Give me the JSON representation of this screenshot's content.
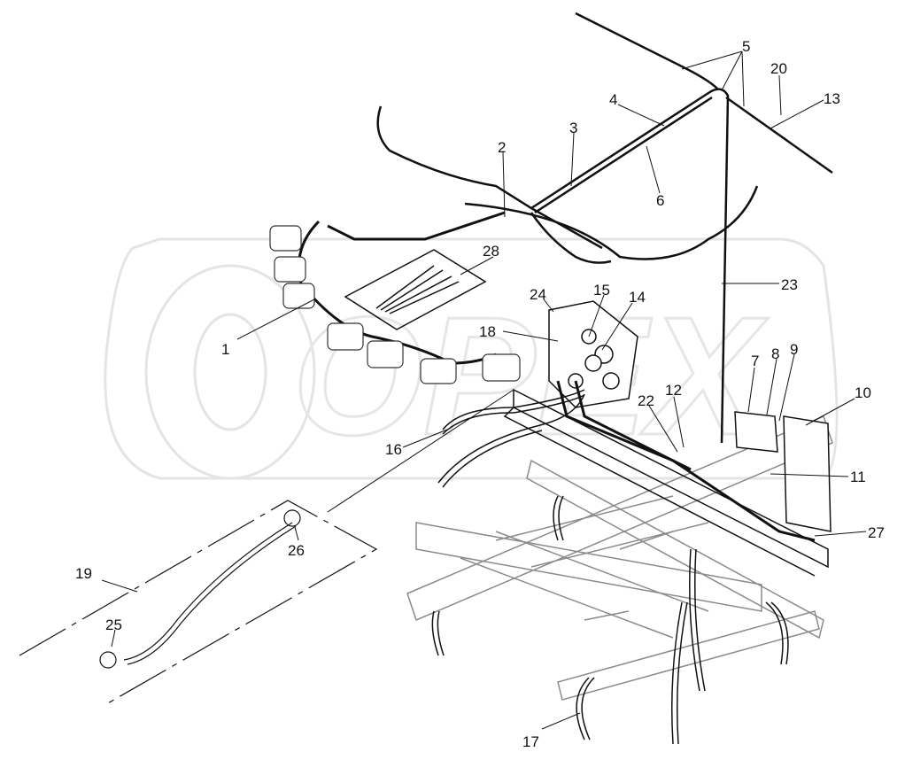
{
  "diagram": {
    "watermark": "OPEX",
    "callouts": {
      "c1": "1",
      "c2": "2",
      "c3": "3",
      "c4": "4",
      "c5": "5",
      "c6": "6",
      "c7": "7",
      "c8": "8",
      "c9": "9",
      "c10": "10",
      "c11": "11",
      "c12": "12",
      "c13": "13",
      "c14": "14",
      "c15": "15",
      "c16": "16",
      "c17": "17",
      "c18": "18",
      "c19": "19",
      "c20": "20",
      "c22": "22",
      "c23": "23",
      "c24": "24",
      "c25": "25",
      "c26": "26",
      "c27": "27",
      "c28": "28"
    },
    "colors": {
      "line": "#111111",
      "frame": "#9a9a9a",
      "watermark": "#e6e6e6"
    }
  }
}
